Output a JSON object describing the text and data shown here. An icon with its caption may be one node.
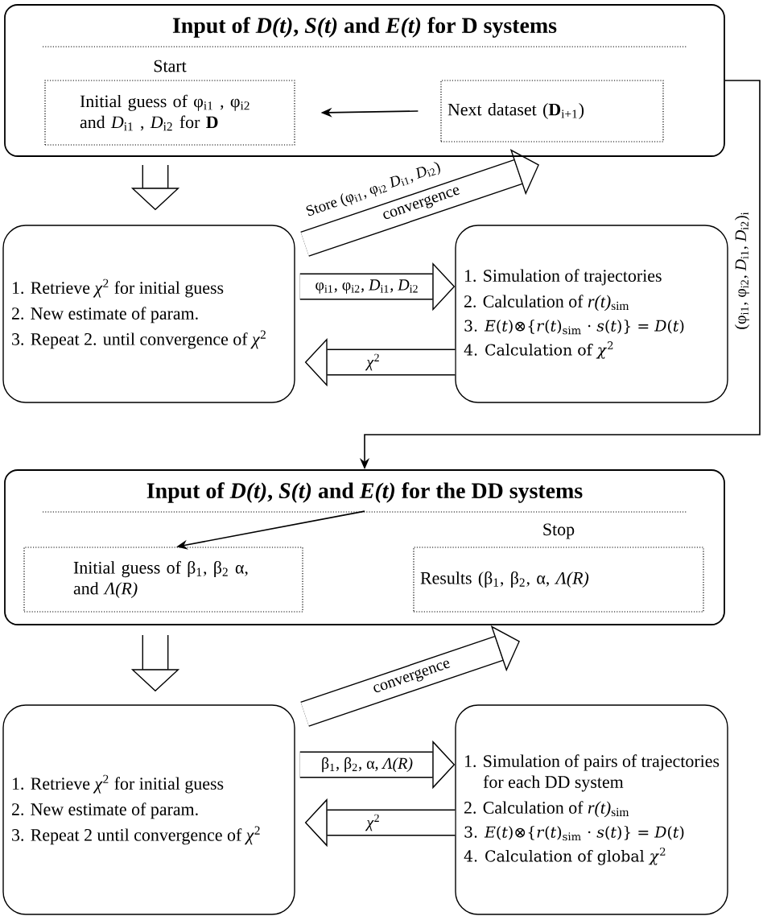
{
  "diagram": {
    "nodes": [
      {
        "text": [
          "Input of *D(t)*, *S(t)* and *E(t)* for D systems"
        ]
      },
      {
        "text": [
          "Initial guess of φ$_{i1}$ , φ$_{i2}$ and *D*$_{i1}$ , *D*$_{i2}$ for **D**"
        ],
        "in": 0,
        "beside": [
          "Start"
        ]
      },
      {
        "text": [
          "Next dataset (**D**$_{i+1}$)"
        ],
        "in": 0
      },
      {
        "text": [
          "1. Retrieve *χ*$^{2}$ for initial guess",
          "2. New estimate of param.",
          "3. Repeat 2. until convergence of *χ*$^{2}$"
        ]
      },
      {
        "text": [
          "1. Simulation of trajectories",
          "2. Calculation of *r(t)*$_{sim}$",
          "3. *E*(*t*)⊗{*r*(*t*)$_{sim}$ · *s*(*t*)} = *D*(*t*)",
          "4. Calculation of *χ*$^{2}$"
        ]
      },
      {
        "text": [
          "Input of *D(t)*, *S(t)* and *E(t)* for the DD systems"
        ]
      },
      {
        "text": [
          "Initial guess of β$_{1}$, β$_{2}$ α, and *Λ(R)*"
        ],
        "in": 5
      },
      {
        "text": [
          "Results (β$_{1}$, β$_{2}$, α, *Λ(R)*"
        ],
        "in": 5,
        "beside": [
          "Stop"
        ]
      },
      {
        "text": [
          "1. Retrieve *χ*$^{2}$ for initial guess",
          "2. New estimate of param.",
          "3. Repeat 2 until convergence of *χ*$^{2}$"
        ]
      },
      {
        "text": [
          "1. Simulation of pairs of trajectories for each DD system",
          "2. Calculation of *r(t)*$_{sim}$",
          "3. *E*(*t*)⊗{*r*(*t*)$_{sim}$ · *s*(*t*)} = *D*(*t*)",
          "4. Calculation of global *χ*$^{2}$"
        ]
      }
    ],
    "edges": [
      {
        "from": 2,
        "to": 1,
        "arrow": "to"
      },
      {
        "from": 0,
        "to": 3,
        "arrow": "to"
      },
      {
        "from": 3,
        "to": 4,
        "arrow": "to",
        "label": "φ$_{i1}$, φ$_{i2}$, *D*$_{i1}$, *D*$_{i2}$"
      },
      {
        "from": 4,
        "to": 3,
        "arrow": "to",
        "label": "*χ*$^{2}$"
      },
      {
        "from": 3,
        "to": 2,
        "arrow": "to",
        "label": "convergence"
      },
      {
        "from": 0,
        "to": 5,
        "arrow": "to",
        "label": "(φ$_{i1}$, φ$_{i2}$, *D*$_{i1}$, *D*$_{i2}$)$_{i}$"
      },
      {
        "from": 5,
        "to": 6,
        "arrow": "to"
      },
      {
        "from": 5,
        "to": 8,
        "arrow": "to"
      },
      {
        "from": 8,
        "to": 9,
        "arrow": "to",
        "label": "β$_{1}$, β$_{2}$, α, *Λ(R)*"
      },
      {
        "from": 9,
        "to": 8,
        "arrow": "to",
        "label": "*χ*$^{2}$"
      },
      {
        "from": 8,
        "to": 7,
        "arrow": "to",
        "label": "convergence"
      }
    ],
    "labels": [
      "Store (φ$_{i1}$, φ$_{i2}$ *D*$_{i1}$, *D*$_{i2}$)"
    ]
  }
}
